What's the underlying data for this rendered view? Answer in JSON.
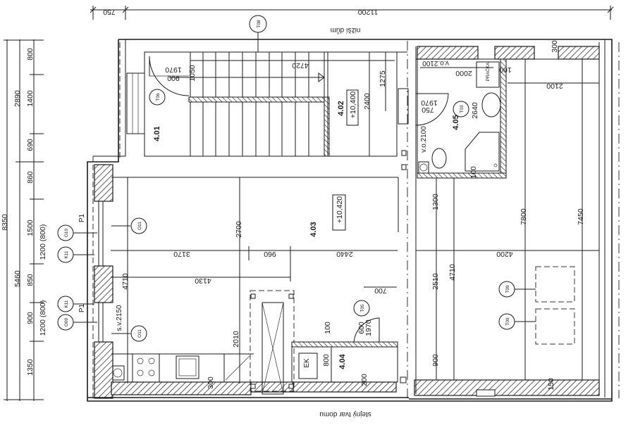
{
  "drawing": {
    "type": "floor-plan",
    "orientation": "rotated-180",
    "labels": {
      "top_beam": "nižší dům",
      "bottom_form": "stejný tvar domu"
    },
    "overall_dimensions": {
      "top_left_offset": "750",
      "top_total": "11200",
      "left_total": "8350",
      "left_sub_upper": "2890",
      "left_sub_lower": "5460"
    },
    "left_chain": [
      "800",
      "1400",
      "690",
      "860",
      "1500",
      "850",
      "900",
      "1350"
    ],
    "left_window_notes": [
      "1200 (800)",
      "1200 (800)"
    ],
    "rooms": [
      {
        "id": "4.01",
        "level": ""
      },
      {
        "id": "4.02",
        "level": "+10,400"
      },
      {
        "id": "4.03",
        "level": "+10,420"
      },
      {
        "id": "4.04",
        "level": ""
      },
      {
        "id": "4.05",
        "level": ""
      }
    ],
    "tags": [
      "T08",
      "T06",
      "T03",
      "T05",
      "T09",
      "T09",
      "O11",
      "O11",
      "O10",
      "O09",
      "K11",
      "K11"
    ],
    "window_type_labels": [
      "P1",
      "P1"
    ],
    "interior_dimensions": {
      "stair_door_width": "900",
      "stair_door_height": "1970",
      "stair_run": "4720",
      "stair_width": "1050",
      "landing_1275": "1275",
      "landing_2400": "2400",
      "living_3170": "3170",
      "living_960": "960",
      "living_2440": "2440",
      "living_4130": "4130",
      "living_2700": "2700",
      "living_4710": "4710",
      "kitchen_2010": "2010",
      "sill_height": "s.v.2150",
      "wall_100": "100",
      "wc_door_width": "600",
      "wc_door_height": "1970",
      "wc_700": "700",
      "wc_800": "800",
      "wall_200": "200",
      "wall_300_bottom": "300",
      "bath_door_width": "750",
      "bath_door_height": "1970",
      "bath_2000": "2000",
      "bath_2640": "2640",
      "bath_100a": "100",
      "bath_100b": "100",
      "bath_window_upper": "v.o.2100",
      "bath_window_left": "v.o.2100",
      "washer": "PRAČKA",
      "boiler": "EK",
      "right_2100": "2100",
      "right_300": "300",
      "right_1300": "1300",
      "right_7800": "7800",
      "right_7450": "7450",
      "right_4200": "4200",
      "right_2510": "2510",
      "right_4710": "4710",
      "right_900": "900",
      "right_150": "150"
    }
  }
}
